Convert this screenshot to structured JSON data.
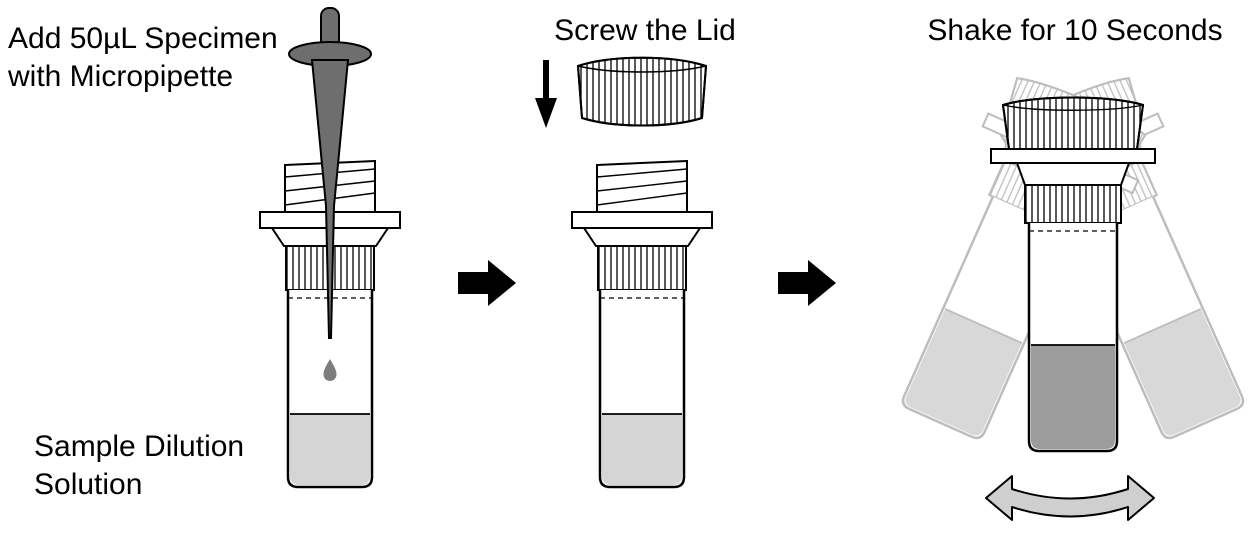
{
  "diagram": {
    "type": "procedure-steps",
    "steps": [
      {
        "title": "Add 50µL Specimen\nwith Micropipette",
        "annotation": "Sample Dilution\nSolution",
        "graphics": [
          "micropipette-icon",
          "drop-icon",
          "sample-tube-icon"
        ]
      },
      {
        "title": "Screw the Lid",
        "graphics": [
          "lid-icon",
          "down-arrow-icon",
          "sample-tube-icon"
        ]
      },
      {
        "title": "Shake for 10 Seconds",
        "graphics": [
          "capped-tube-icon",
          "ghost-tube-left-icon",
          "ghost-tube-right-icon",
          "shake-arrow-icon"
        ]
      }
    ],
    "connectors": [
      "right-arrow-icon",
      "right-arrow-icon"
    ],
    "colors": {
      "line": "#000000",
      "pipette": "#6e6e6e",
      "drop": "#7d7d7d",
      "solution_light": "#d5d5d5",
      "solution_mixed": "#9c9c9c",
      "ghost_line": "#bdbdbd",
      "ghost_solution": "#d8d8d8",
      "shake_arrow_fill": "#cfcfcf",
      "background": "#ffffff"
    }
  }
}
